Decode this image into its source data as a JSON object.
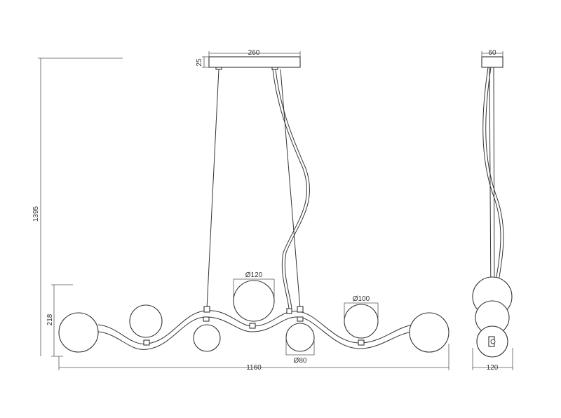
{
  "dimensions": {
    "canopy_width": "260",
    "canopy_height": "25",
    "total_height": "1395",
    "bar_height": "218",
    "total_width": "1160",
    "globe_large": "Ø120",
    "globe_medium": "Ø100",
    "globe_small": "Ø80",
    "side_canopy": "60",
    "side_width": "120"
  },
  "colors": {
    "line": "#333333",
    "background": "#ffffff"
  }
}
